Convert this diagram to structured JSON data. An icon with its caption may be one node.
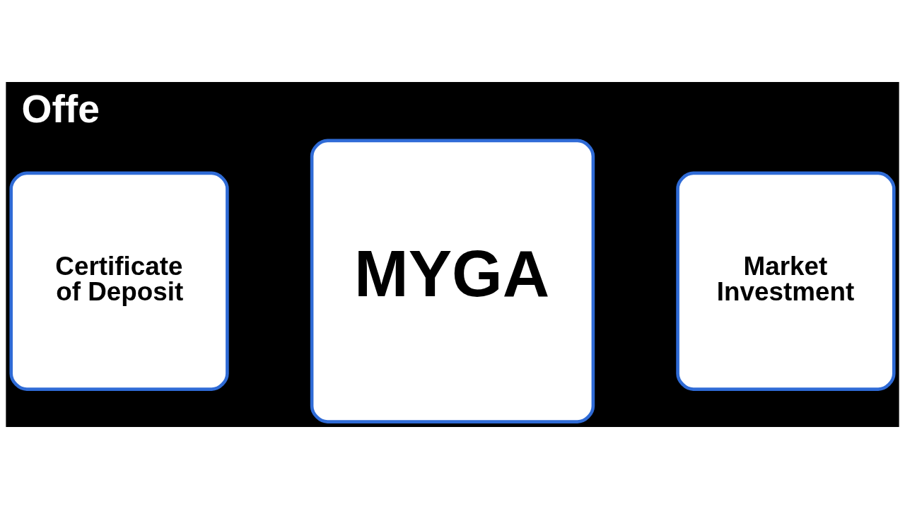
{
  "diagram": {
    "title": "Offe",
    "nodes": [
      {
        "text": [
          "Certificate of Deposit"
        ]
      },
      {
        "text": [
          "MYGA"
        ]
      },
      {
        "text": [
          "Market Investment"
        ]
      }
    ]
  }
}
